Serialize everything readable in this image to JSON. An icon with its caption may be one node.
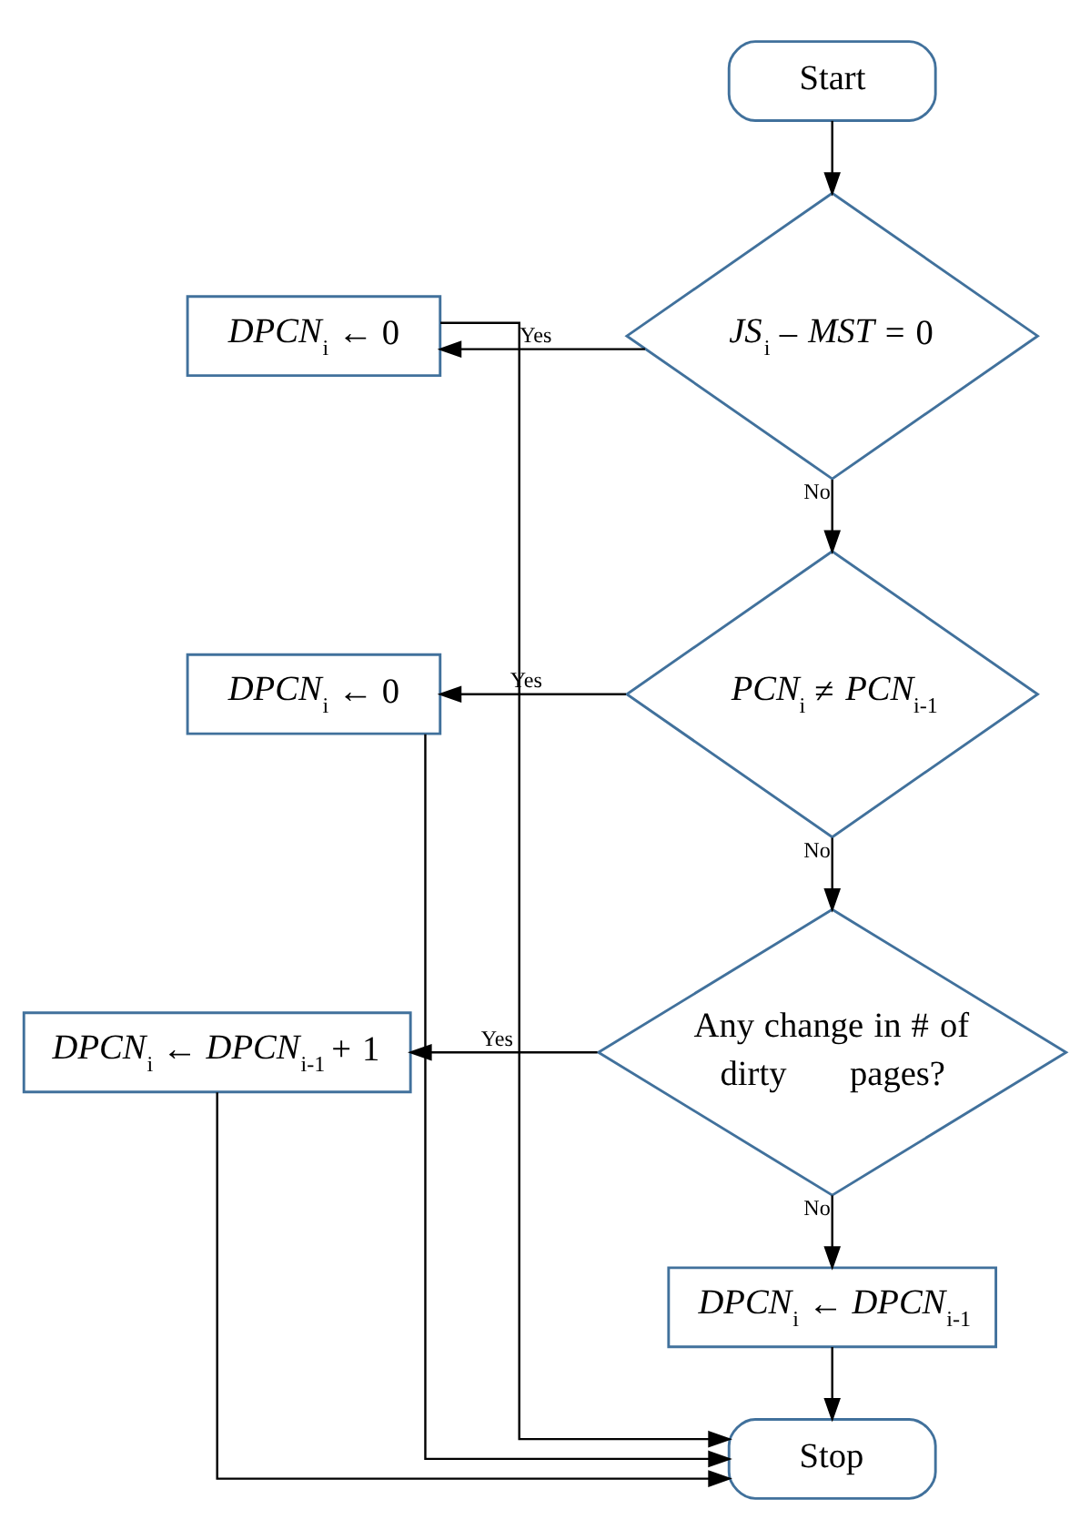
{
  "diagram": {
    "nodes": [
      {
        "text": [
          "Start"
        ]
      },
      {
        "text": [
          "*JS*$_{i}$ – *MST* = 0"
        ]
      },
      {
        "text": [
          "*DPCN*$_{i}$ ← 0"
        ]
      },
      {
        "text": [
          "*PCN*$_{i}$ ≠ *PCN*$_{i-1}$"
        ]
      },
      {
        "text": [
          "*DPCN*$_{i}$ ← 0"
        ]
      },
      {
        "text": [
          "Any change in # of dirty pages?"
        ]
      },
      {
        "text": [
          "*DPCN*$_{i}$ ← *DPCN*$_{i-1}$ + 1"
        ]
      },
      {
        "text": [
          "*DPCN*$_{i}$ ← *DPCN*$_{i-1}$"
        ]
      },
      {
        "text": [
          "Stop"
        ]
      }
    ],
    "edges": [
      {
        "from": 0,
        "to": 1,
        "arrow": "to"
      },
      {
        "from": 1,
        "to": 2,
        "arrow": "to",
        "label": "Yes"
      },
      {
        "from": 1,
        "to": 3,
        "arrow": "to",
        "label": "No"
      },
      {
        "from": 3,
        "to": 4,
        "arrow": "to",
        "label": "Yes"
      },
      {
        "from": 3,
        "to": 5,
        "arrow": "to",
        "label": "No"
      },
      {
        "from": 5,
        "to": 6,
        "arrow": "to",
        "label": "Yes"
      },
      {
        "from": 5,
        "to": 7,
        "arrow": "to",
        "label": "No"
      },
      {
        "from": 7,
        "to": 8,
        "arrow": "to"
      },
      {
        "from": 2,
        "to": 8,
        "arrow": "to"
      },
      {
        "from": 4,
        "to": 8,
        "arrow": "to"
      },
      {
        "from": 6,
        "to": 8,
        "arrow": "to"
      }
    ]
  }
}
